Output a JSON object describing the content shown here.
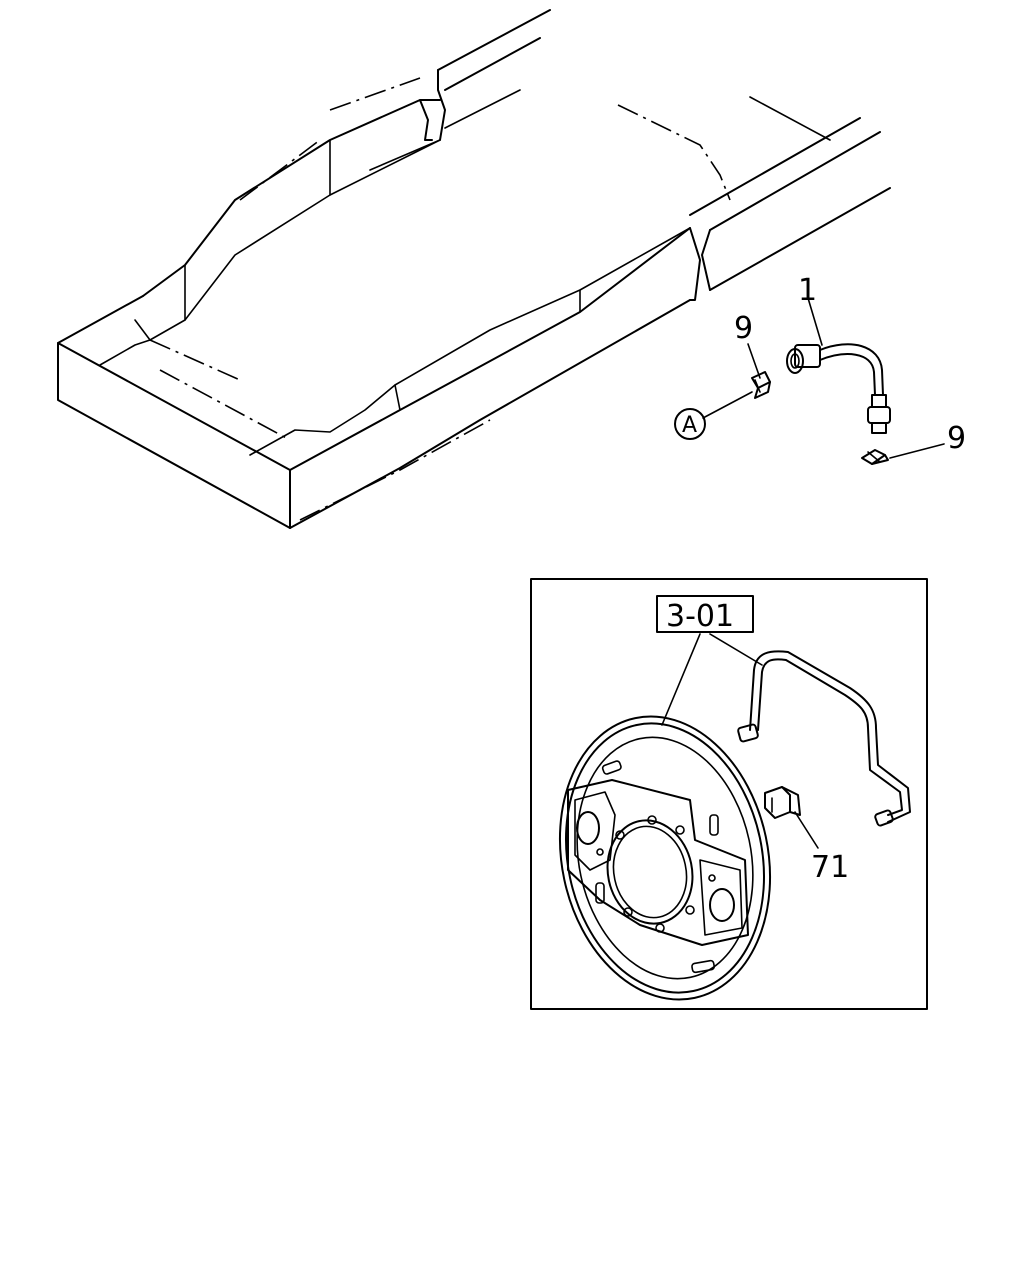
{
  "callouts": {
    "part_1": "1",
    "part_9_upper": "9",
    "part_9_lower": "9",
    "ref_a": "A",
    "part_71": "71",
    "ref_box": "3-01"
  }
}
